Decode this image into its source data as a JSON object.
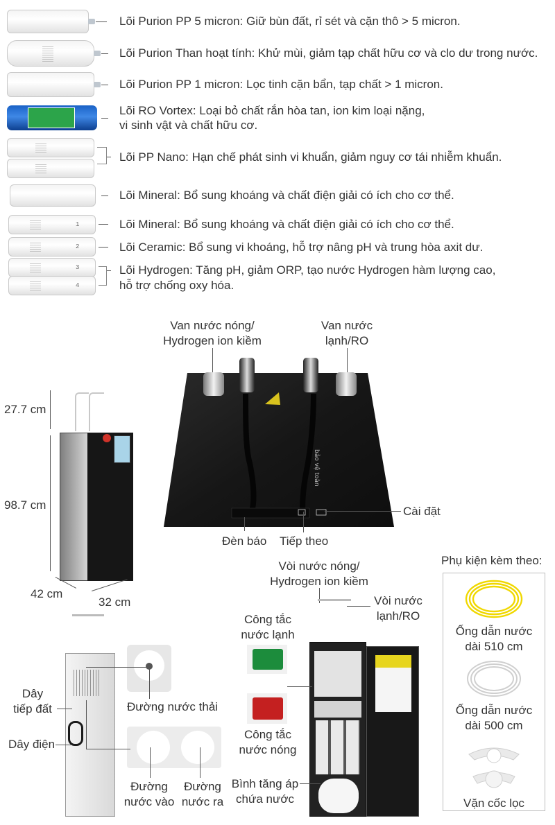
{
  "filters": [
    {
      "label": "Lõi Purion PP 5 micron: Giữ bùn đất, rỉ sét và cặn thô > 5 micron."
    },
    {
      "label": "Lõi Purion Than hoạt tính: Khử mùi, giảm tạp chất hữu cơ và clo dư trong nước."
    },
    {
      "label": "Lõi Purion PP 1 micron: Lọc tinh cặn bẩn, tạp chất > 1 micron."
    },
    {
      "line1": "Lõi RO Vortex: Loại bỏ chất rắn hòa tan, ion kim loại nặng,",
      "line2": "vi sinh vật và chất hữu cơ."
    },
    {
      "label": "Lõi PP Nano: Hạn chế phát sinh vi khuẩn, giảm nguy cơ tái nhiễm khuẩn."
    },
    {
      "label": "Lõi Mineral: Bổ sung khoáng và chất điện giải có ích cho cơ thể."
    },
    {
      "label": "Lõi Mineral: Bổ sung khoáng và chất điện giải có ích cho cơ thể."
    },
    {
      "label": "Lõi Ceramic: Bổ sung vi khoáng, hỗ trợ nâng pH và trung hòa axit dư."
    },
    {
      "line1": "Lõi Hydrogen: Tăng pH, giảm ORP, tạo nước Hydrogen hàm lượng cao,",
      "line2": "hỗ trợ chống oxy hóa."
    }
  ],
  "panel": {
    "hot_valve_line1": "Van nước nóng/",
    "hot_valve_line2": "Hydrogen ion kiềm",
    "cold_valve_line1": "Van nước",
    "cold_valve_line2": "lạnh/RO",
    "indicator": "Đèn báo",
    "next": "Tiếp theo",
    "settings": "Cài đặt",
    "warning_brand": "bảo vệ toàn"
  },
  "dimensions": {
    "faucet_height": "27.7 cm",
    "body_height": "98.7 cm",
    "width": "42 cm",
    "depth": "32 cm"
  },
  "rear": {
    "drain": "Đường nước thải",
    "ground_line1": "Dây",
    "ground_line2": "tiếp đất",
    "power": "Dây điện",
    "inlet_line1": "Đường",
    "inlet_line2": "nước vào",
    "outlet_line1": "Đường",
    "outlet_line2": "nước ra"
  },
  "interior": {
    "hot_tap_line1": "Vòi nước nóng/",
    "hot_tap_line2": "Hydrogen ion kiềm",
    "cold_tap_line1": "Vòi nước",
    "cold_tap_line2": "lạnh/RO",
    "cold_switch_line1": "Công tắc",
    "cold_switch_line2": "nước lạnh",
    "hot_switch_line1": "Công tắc",
    "hot_switch_line2": "nước nóng",
    "tank_line1": "Bình tăng áp",
    "tank_line2": "chứa nước"
  },
  "accessories": {
    "title": "Phụ kiện kèm theo:",
    "tube1_line1": "Ống dẫn nước",
    "tube1_line2": "dài 510 cm",
    "tube2_line1": "Ống dẫn nước",
    "tube2_line2": "dài 500 cm",
    "wrench": "Vặn cốc lọc"
  },
  "colors": {
    "tube_yellow": "#f0d800",
    "switch_green": "#1c8c3c",
    "switch_red": "#c42020",
    "ro_blue": "#1a62c6",
    "panel_black": "#1b1b1b"
  }
}
